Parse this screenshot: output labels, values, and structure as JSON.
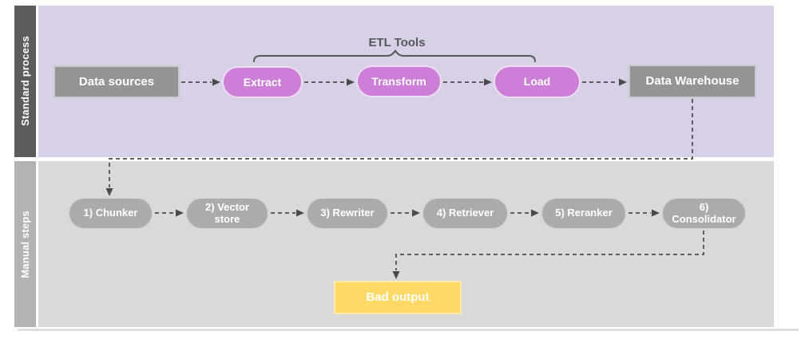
{
  "diagram": {
    "lanes": {
      "standard": {
        "label": "Standard process"
      },
      "manual": {
        "label": "Manual steps"
      }
    },
    "etl_group_label": "ETL Tools",
    "nodes": {
      "data_sources": {
        "label": "Data sources"
      },
      "extract": {
        "label": "Extract"
      },
      "transform": {
        "label": "Transform"
      },
      "load": {
        "label": "Load"
      },
      "data_warehouse": {
        "label": "Data Warehouse"
      },
      "chunker": {
        "label": "1) Chunker"
      },
      "vector_store": {
        "label": "2) Vector store"
      },
      "rewriter": {
        "label": "3) Rewriter"
      },
      "retriever": {
        "label": "4) Retriever"
      },
      "reranker": {
        "label": "5) Reranker"
      },
      "consolidator": {
        "label": "6) Consolidator"
      },
      "bad_output": {
        "label": "Bad output"
      }
    },
    "colors": {
      "standard_lane_bg": "#d7d0e6",
      "standard_lane_label_bg": "#5c5c5c",
      "manual_lane_bg": "#d9d9d9",
      "manual_lane_label_bg": "#b3b3b3",
      "etl_node_fill": "#cd7ed7",
      "gray_node_fill": "#949494",
      "manual_node_fill": "#ababab",
      "bad_output_fill": "#ffd966",
      "node_text": "#ffffff",
      "connector": "#5e5e5e",
      "annotation_text": "#57565b"
    }
  }
}
